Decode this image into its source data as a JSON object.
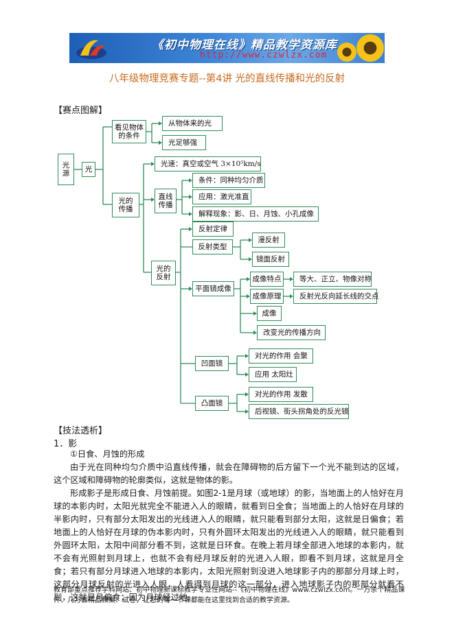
{
  "banner": {
    "title": "《初中物理在线》精品教学资源库",
    "url": "http://www.czwlzx.com"
  },
  "doc_title": "八年级物理竞赛专题--第4讲 光的直线传播和光的反射",
  "section1": "【赛点图解】",
  "diagram": {
    "light_source": "光源",
    "light": "光",
    "see_object": "看见物体的条件",
    "see_from_object": "从物体来的光",
    "see_enough_light": "光足够强",
    "speed": "光速：真空或空气  3×10⁵km/s",
    "propagation": "光的传播",
    "straight": "直线传播",
    "condition": "条件：同种均匀介质",
    "application": "应用：激光准直",
    "explain": "解释现象：影、日、月蚀、小孔成像",
    "reflection": "光的反射",
    "law": "反射定律",
    "types": "反射类型",
    "diffuse": "漫反射",
    "specular": "镜面反射",
    "plane_mirror": "平面镜成像",
    "img_feature": "成像特点",
    "img_feature_detail": "等大、正立、物像对称",
    "img_principle": "成像原理",
    "img_principle_detail": "反射光反向延长线的交点",
    "img": "成像",
    "change_dir": "改变光的传播方向",
    "concave": "凹面镜",
    "concave_effect": "对光的作用  会聚",
    "concave_app": "应用  太阳灶",
    "convex": "凸面镜",
    "convex_effect": "对光的作用  发散",
    "convex_app": "后视镜、街头拐角处的反光镜"
  },
  "section2": "【技法透析】",
  "item1": "1．影",
  "sub1": "①日食、月蚀的形成",
  "para1": "由于光在同种均匀介质中沿直线传播，就会在障碍物的后方留下一个光不能到达的区域，这个区域和障碍物的轮廓类似，这就是物体的影。",
  "para2": "形成影子是形成日食、月蚀前提。如图2-1是月球（或地球）的影，当地面上的人恰好在月球的本影内时，太阳光就完全不能进入人的眼睛，就看到日全食；当地面上的人恰好在月球的半影内时，只有部分太阳发出的光线进入人的眼睛，就只能看到部分太阳，这就是日偏食；若地面上的人恰好在月球的伪本影内时，只有外圆环太阳发出的光线进入人的眼睛，就只能看到外圆环太阳，太阳中间部分看不到，这就是日环食。在晚上若月球全部进入地球的本影内，就不会有光照射到月球上，也就不会有经月球反射的光进入人眼，即看不到月球，这就是月全食；若只有部分月球进入地球的本影内，太阳光照射到没进入地球影子内的那部分月球上时，这部分月球反射的光进入人眼，人看得到月球的这一部分，进入地球影子内的那部分就看不到，这就是月偏食；因为月球经过地",
  "footer": "教育部重点推荐学科网站、初中物理新课标教学专业性网站--《初中物理在线》www.czwlzx.com。一万余个精品课件、几万套精品教案、试卷，让您的每一节课都能在这里找到合适的教学资源。",
  "colors": {
    "title": "#c8691d",
    "diagram_line": "#2e8b57",
    "banner": "#2f6fc4",
    "url": "#d7263d"
  }
}
